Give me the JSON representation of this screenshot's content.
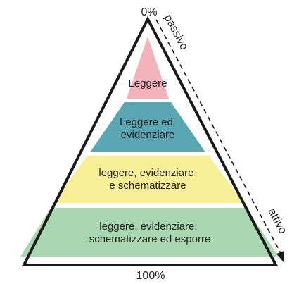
{
  "diagram": {
    "top_label": "0%",
    "bottom_label": "100%",
    "side_top_label": "passivo",
    "side_bottom_label": "attivo",
    "colors": {
      "outline": "#1a1a1a",
      "dashed": "#1a1a1a"
    },
    "levels": [
      {
        "lines": [
          "Leggere"
        ],
        "color": "#f2b3bb"
      },
      {
        "lines": [
          "Leggere ed",
          "evidenziare"
        ],
        "color": "#5aa6b2"
      },
      {
        "lines": [
          "leggere, evidenziare",
          "e schematizzare"
        ],
        "color": "#f7ee96"
      },
      {
        "lines": [
          "leggere, evidenziare,",
          "schematizzare ed esporre"
        ],
        "color": "#a9d8b0"
      }
    ]
  }
}
